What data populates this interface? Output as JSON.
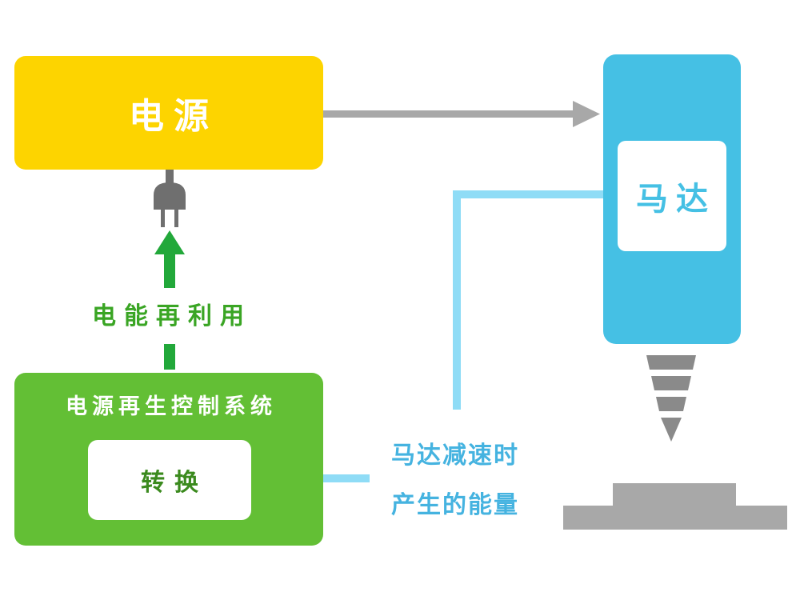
{
  "power": {
    "label": "电源"
  },
  "motor": {
    "label": "马达"
  },
  "regen": {
    "title": "电源再生控制系统",
    "convert_label": "转换"
  },
  "reuse_label": "电能再利用",
  "energy": {
    "line1": "马达减速时",
    "line2": "产生的能量"
  },
  "colors": {
    "power": "#fdd400",
    "motor": "#45c0e4",
    "regen": "#63bf35",
    "energy_flow": "#8fdcf6",
    "reuse_arrow": "#22a83a",
    "gray": "#a8a8a8",
    "plug": "#6f6f6f"
  },
  "icons": {
    "plug": "plug-icon",
    "drill_bit": "drill-bit-icon",
    "workpiece": "workpiece-icon"
  }
}
